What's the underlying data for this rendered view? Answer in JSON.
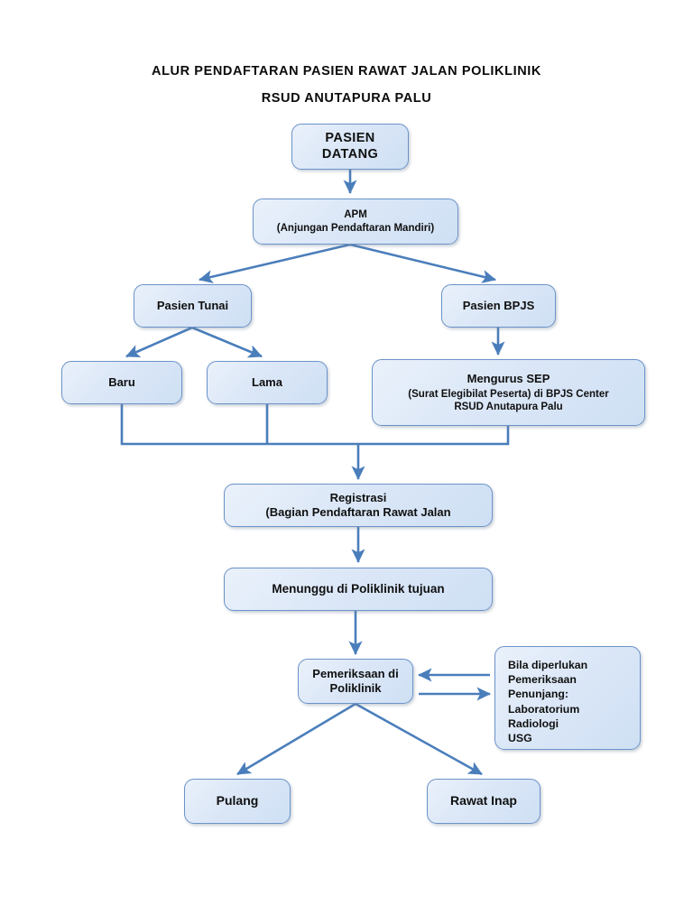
{
  "document": {
    "title_lines": [
      "ALUR PENDAFTARAN PASIEN RAWAT JALAN POLIKLINIK",
      "RSUD ANUTAPURA PALU"
    ]
  },
  "colors": {
    "node_border": "#6b93c9",
    "node_fill_light": "#eaf1fb",
    "node_fill_dark": "#cfe0f4",
    "connector": "#4a7ebb",
    "text": "#101010",
    "background": "#ffffff"
  },
  "flowchart": {
    "type": "flowchart",
    "orientation": "top-down",
    "nodes": [
      {
        "id": "pasien_datang",
        "lines": [
          "PASIEN",
          "DATANG"
        ]
      },
      {
        "id": "apm",
        "lines": [
          "APM",
          "(Anjungan Pendaftaran Mandiri)"
        ]
      },
      {
        "id": "pasien_tunai",
        "lines": [
          "Pasien Tunai"
        ]
      },
      {
        "id": "pasien_bpjs",
        "lines": [
          "Pasien BPJS"
        ]
      },
      {
        "id": "baru",
        "lines": [
          "Baru"
        ]
      },
      {
        "id": "lama",
        "lines": [
          "Lama"
        ]
      },
      {
        "id": "mengurus_sep",
        "lines": [
          "Mengurus SEP",
          "(Surat Elegibilat Peserta) di BPJS Center",
          "RSUD Anutapura Palu"
        ]
      },
      {
        "id": "registrasi",
        "lines": [
          "Registrasi",
          "(Bagian Pendaftaran Rawat Jalan"
        ]
      },
      {
        "id": "menunggu",
        "lines": [
          "Menunggu di Poliklinik tujuan"
        ]
      },
      {
        "id": "pemeriksaan",
        "lines": [
          "Pemeriksaan di",
          "Poliklinik"
        ]
      },
      {
        "id": "penunjang_note",
        "lines": [
          "Bila diperlukan",
          "Pemeriksaan",
          "Penunjang:",
          "Laboratorium",
          "Radiologi",
          "USG"
        ]
      },
      {
        "id": "pulang",
        "lines": [
          "Pulang"
        ]
      },
      {
        "id": "rawat_inap",
        "lines": [
          "Rawat Inap"
        ]
      }
    ],
    "edges": [
      {
        "from": "pasien_datang",
        "to": "apm",
        "style": "arrow"
      },
      {
        "from": "apm",
        "to": "pasien_tunai",
        "style": "arrow"
      },
      {
        "from": "apm",
        "to": "pasien_bpjs",
        "style": "arrow"
      },
      {
        "from": "pasien_tunai",
        "to": "baru",
        "style": "arrow"
      },
      {
        "from": "pasien_tunai",
        "to": "lama",
        "style": "arrow"
      },
      {
        "from": "pasien_bpjs",
        "to": "mengurus_sep",
        "style": "arrow"
      },
      {
        "from": "baru",
        "to": "registrasi",
        "style": "elbow"
      },
      {
        "from": "lama",
        "to": "registrasi",
        "style": "elbow"
      },
      {
        "from": "mengurus_sep",
        "to": "registrasi",
        "style": "elbow"
      },
      {
        "from": "registrasi",
        "to": "menunggu",
        "style": "arrow"
      },
      {
        "from": "menunggu",
        "to": "pemeriksaan",
        "style": "arrow"
      },
      {
        "from": "penunjang_note",
        "to": "pemeriksaan",
        "style": "arrow"
      },
      {
        "from": "pemeriksaan",
        "to": "penunjang_note",
        "style": "arrow"
      },
      {
        "from": "pemeriksaan",
        "to": "pulang",
        "style": "arrow"
      },
      {
        "from": "pemeriksaan",
        "to": "rawat_inap",
        "style": "arrow"
      }
    ]
  }
}
